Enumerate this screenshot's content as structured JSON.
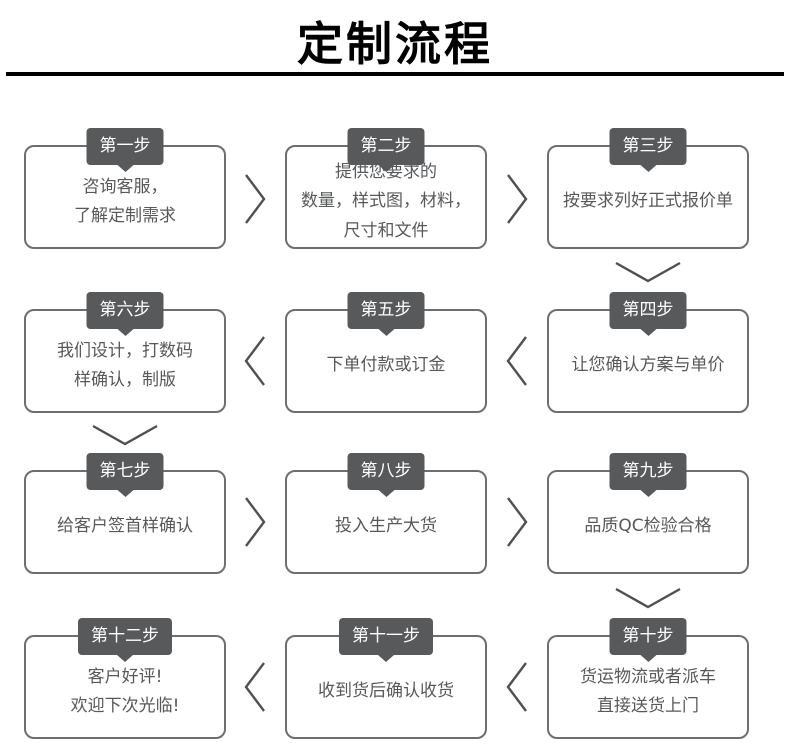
{
  "title": "定制流程",
  "colors": {
    "title": "#000000",
    "divider": "#000000",
    "step_tab_bg": "#58595b",
    "step_tab_text": "#ffffff",
    "box_border": "#6d6e70",
    "box_text": "#57585a",
    "arrow": "#4f5052"
  },
  "steps": [
    {
      "label": "第一步",
      "text": "咨询客服，\n了解定制需求"
    },
    {
      "label": "第二步",
      "text": "提供您要求的\n数量，样式图，材料，\n尺寸和文件"
    },
    {
      "label": "第三步",
      "text": "按要求列好正式报价单"
    },
    {
      "label": "第四步",
      "text": "让您确认方案与单价"
    },
    {
      "label": "第五步",
      "text": "下单付款或订金"
    },
    {
      "label": "第六步",
      "text": "我们设计，打数码\n样确认，制版"
    },
    {
      "label": "第七步",
      "text": "给客户签首样确认"
    },
    {
      "label": "第八步",
      "text": "投入生产大货"
    },
    {
      "label": "第九步",
      "text": "品质QC检验合格"
    },
    {
      "label": "第十步",
      "text": "货运物流或者派车\n直接送货上门"
    },
    {
      "label": "第十一步",
      "text": "收到货后确认收货"
    },
    {
      "label": "第十二步",
      "text": "客户好评!\n欢迎下次光临!"
    }
  ]
}
